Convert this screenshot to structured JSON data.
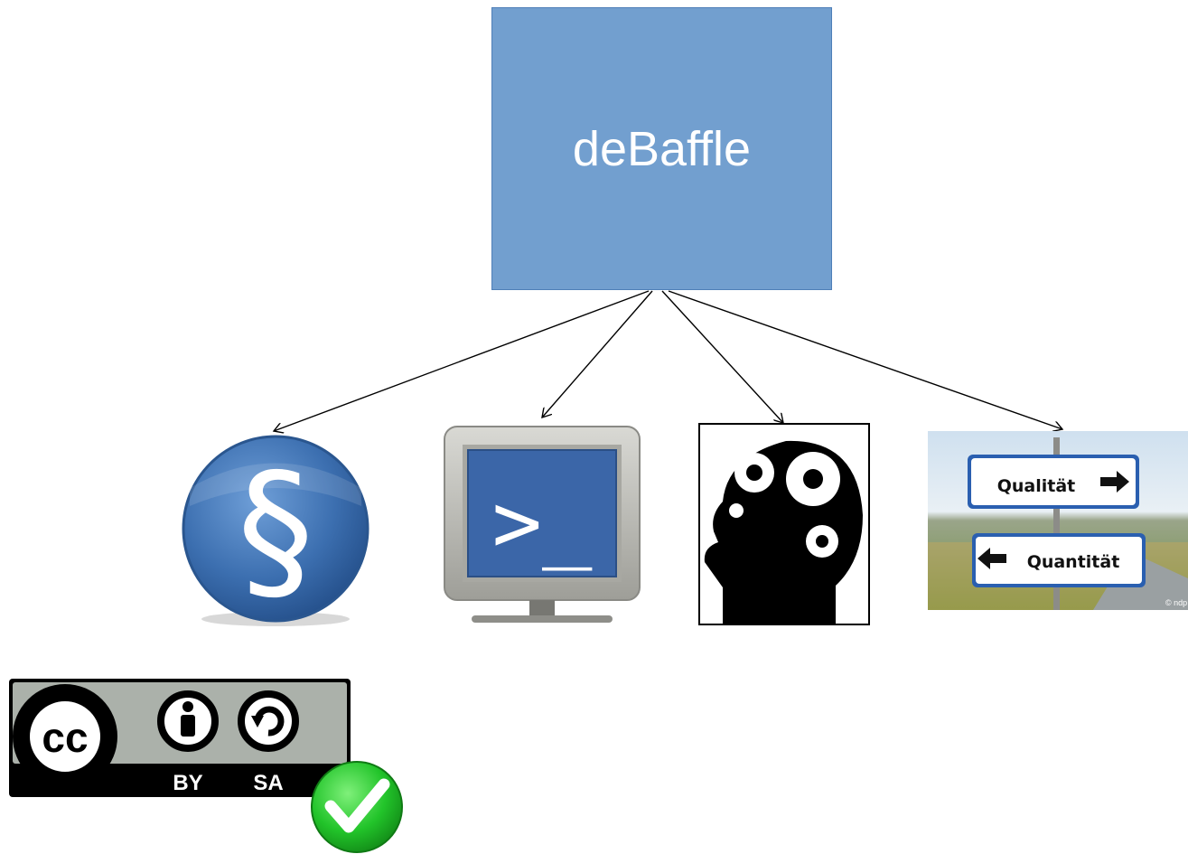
{
  "root": {
    "label": "deBaffle"
  },
  "nodes": [
    {
      "name": "law",
      "icon": "paragraph-icon",
      "glyph": "§"
    },
    {
      "name": "terminal",
      "icon": "terminal-icon",
      "glyph": ">_"
    },
    {
      "name": "mind",
      "icon": "head-gears-icon"
    },
    {
      "name": "quality",
      "icon": "signpost-icon",
      "sign_top": "Qualität",
      "sign_bottom": "Quantität",
      "credit": "© ndp"
    }
  ],
  "license": {
    "cc": "cc",
    "by": "BY",
    "sa": "SA"
  },
  "colors": {
    "root_fill": "#729fcf",
    "badge_blue": "#3c6fb0",
    "check_green": "#22c42a"
  }
}
